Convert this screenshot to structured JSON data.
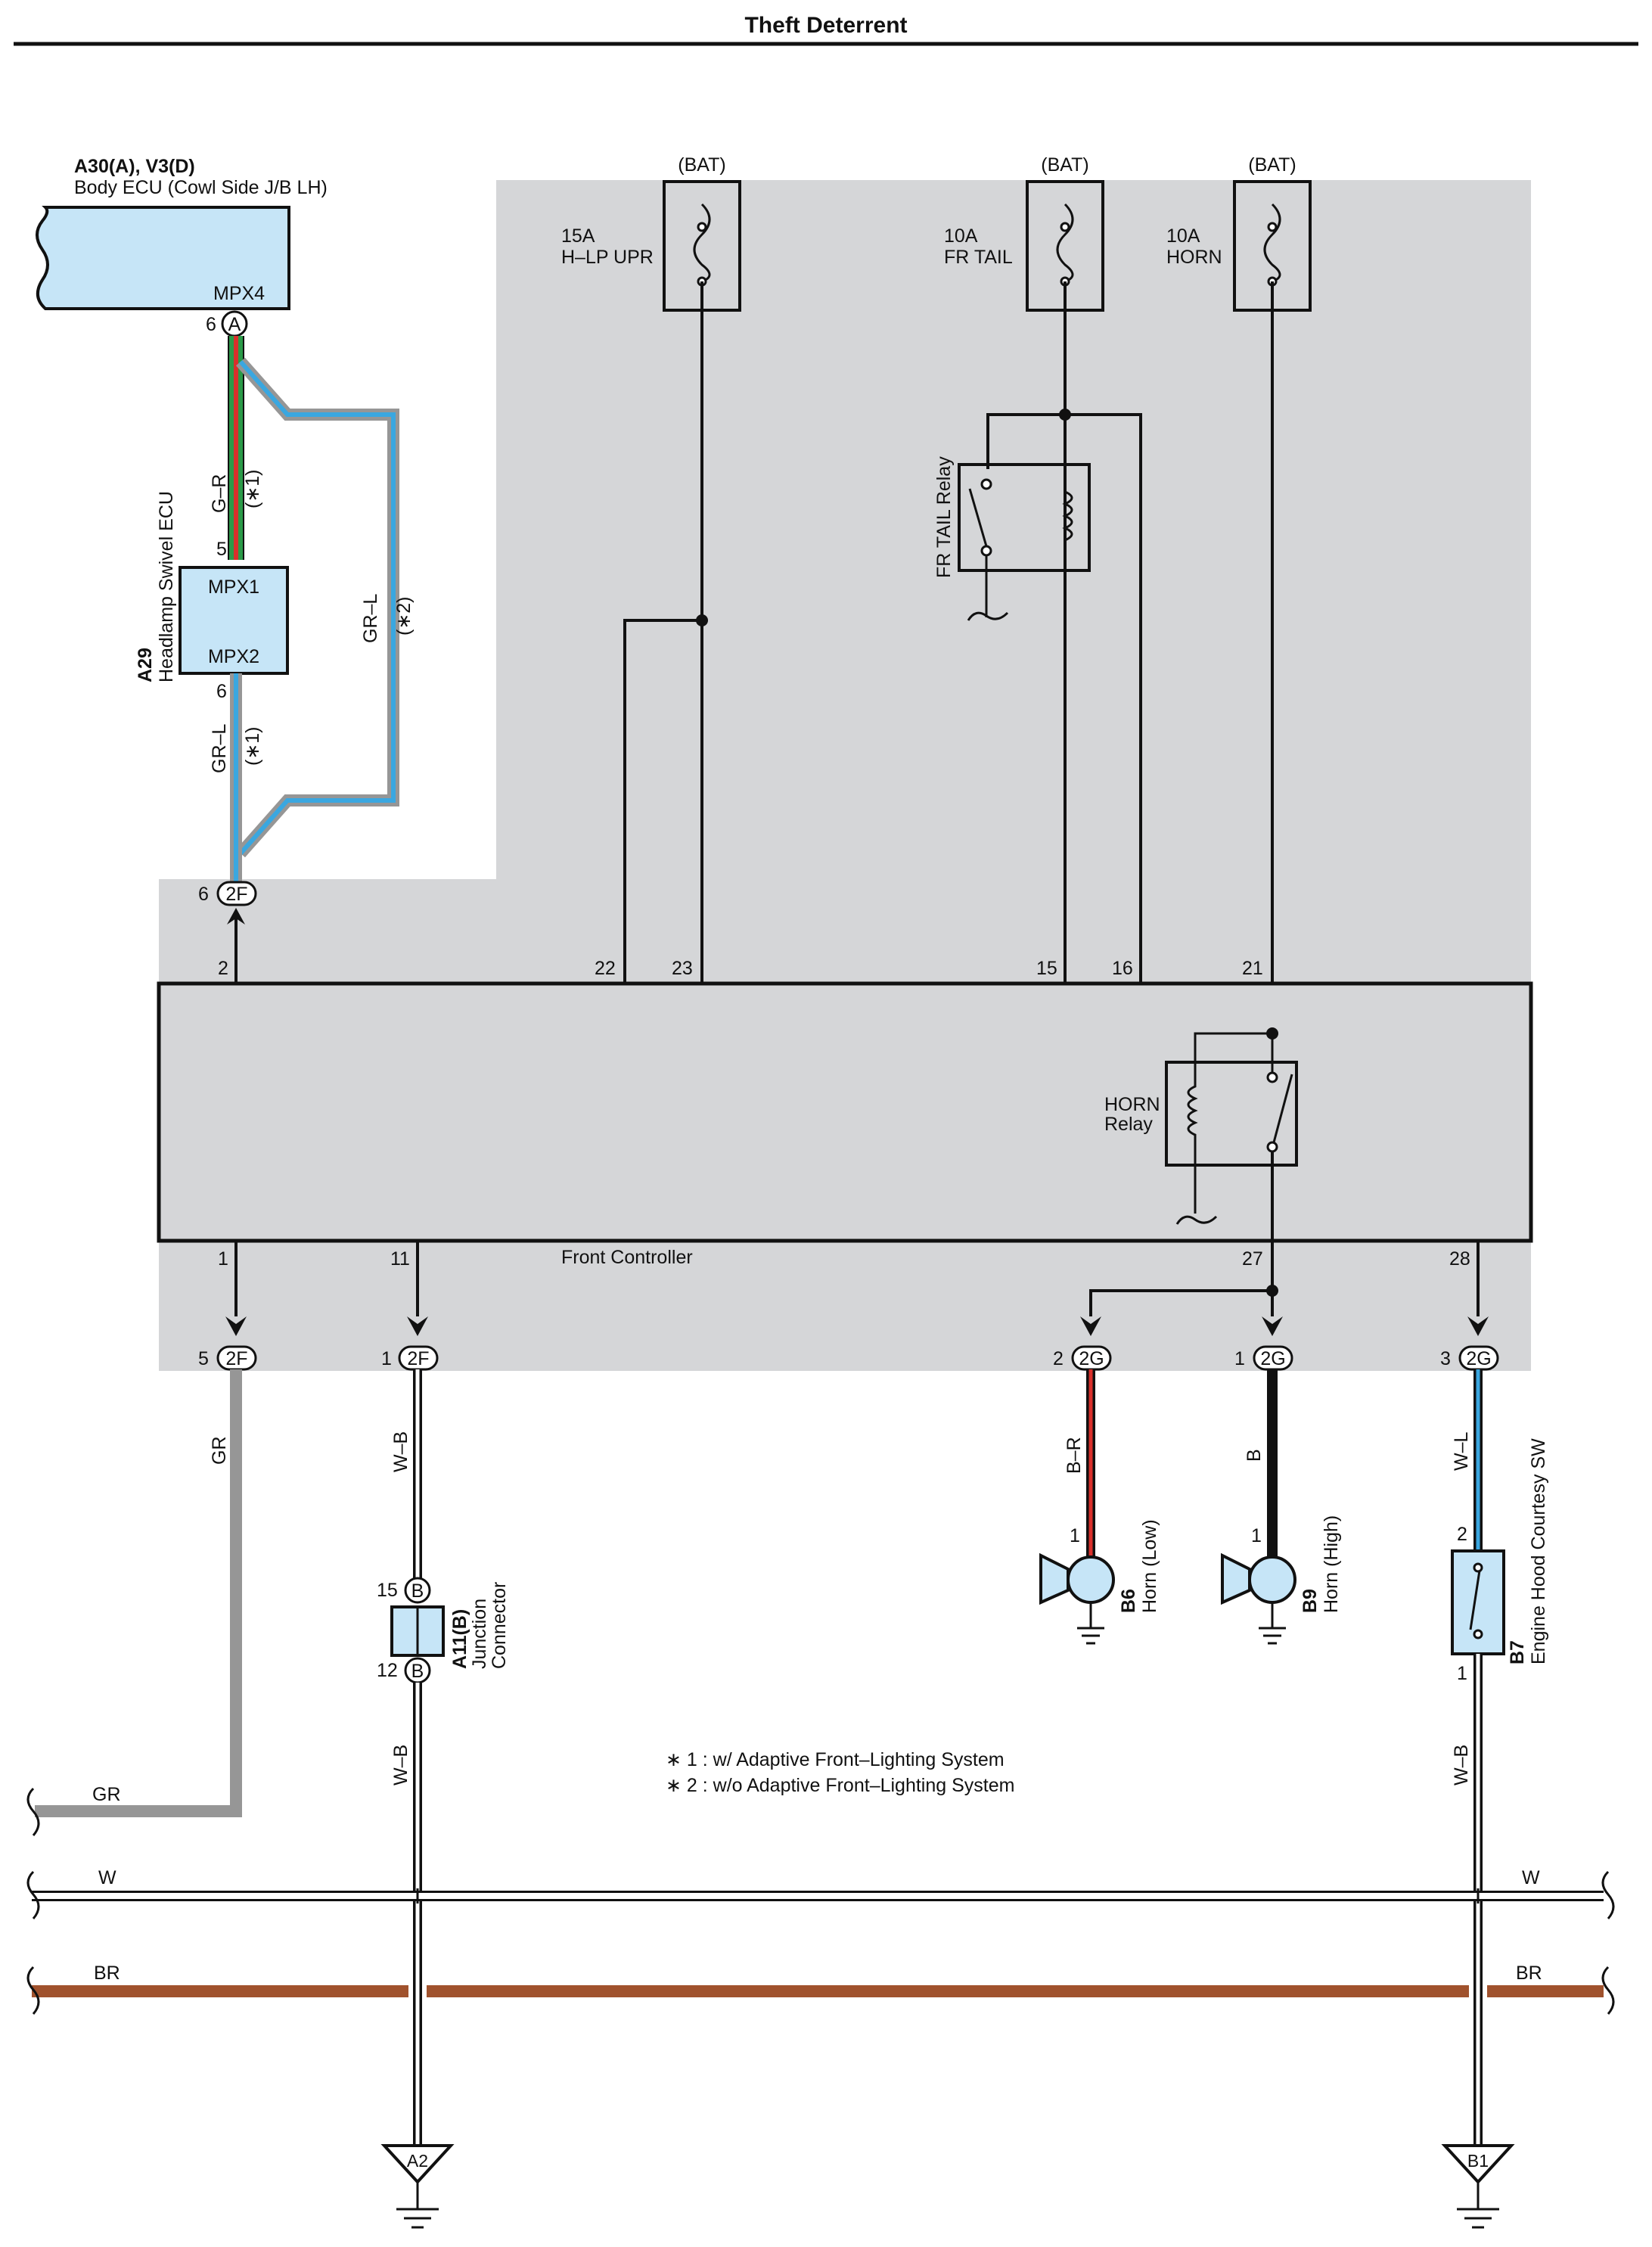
{
  "title": "Theft Deterrent",
  "body_ecu": {
    "codes": "A30(A), V3(D)",
    "name": "Body ECU (Cowl Side J/B LH)",
    "terminal": "MPX4",
    "pin": "6",
    "conn": "A"
  },
  "swivel_ecu": {
    "code": "A29",
    "name": "Headlamp Swivel ECU",
    "mpx1": "MPX1",
    "mpx2": "MPX2",
    "pin_top": "5",
    "pin_bottom": "6"
  },
  "wires": {
    "gr_top": "G–R",
    "star1_top": "(∗1)",
    "grl_bypass": "GR–L",
    "star2": "(∗2)",
    "grl_bottom": "GR–L",
    "star1_bottom": "(∗1)",
    "gr": "GR",
    "wb_a": "W–B",
    "wb_b": "W–B",
    "br_horn": "B–R",
    "b_horn": "B",
    "wl": "W–L",
    "wb_c": "W–B"
  },
  "fuses": [
    {
      "bat": "(BAT)",
      "amp": "15A",
      "name": "H–LP UPR"
    },
    {
      "bat": "(BAT)",
      "amp": "10A",
      "name": "FR TAIL"
    },
    {
      "bat": "(BAT)",
      "amp": "10A",
      "name": "HORN"
    }
  ],
  "fr_tail_relay": "FR TAIL Relay",
  "horn_relay": {
    "line1": "HORN",
    "line2": "Relay"
  },
  "front_controller": {
    "name": "Front Controller",
    "top_pins": [
      "2",
      "22",
      "23",
      "15",
      "16",
      "21"
    ],
    "bottom_pins": [
      "1",
      "11",
      "27",
      "28"
    ]
  },
  "connectors": {
    "c2f_top": {
      "label": "2F",
      "pin": "6"
    },
    "c2f_a": {
      "label": "2F",
      "pin": "5"
    },
    "c2f_b": {
      "label": "2F",
      "pin": "1"
    },
    "c2g_a": {
      "label": "2G",
      "pin": "2"
    },
    "c2g_b": {
      "label": "2G",
      "pin": "1"
    },
    "c2g_c": {
      "label": "2G",
      "pin": "3"
    }
  },
  "junction": {
    "code": "A11(B)",
    "line1": "Junction",
    "line2": "Connector",
    "pin_top": "15",
    "pin_bottom": "12",
    "conn": "B"
  },
  "horn_low": {
    "code": "B6",
    "name": "Horn (Low)",
    "pin": "1"
  },
  "horn_high": {
    "code": "B9",
    "name": "Horn (High)",
    "pin": "1"
  },
  "hood_sw": {
    "code": "B7",
    "name": "Engine Hood Courtesy SW",
    "pin_top": "2",
    "pin_bottom": "1"
  },
  "notes": [
    "∗ 1 : w/ Adaptive Front–Lighting System",
    "∗ 2 : w/o Adaptive Front–Lighting System"
  ],
  "buses": {
    "gr": "GR",
    "w_left": "W",
    "w_right": "W",
    "br_left": "BR",
    "br_right": "BR"
  },
  "grounds": {
    "a2": "A2",
    "b1": "B1"
  },
  "colors": {
    "shade": "#d5d6d8",
    "light_blue": "#c6e5f7",
    "gr": "#969696",
    "br": "#a0522d",
    "green": "#2a9a48",
    "red": "#d9302b",
    "blue": "#3aa7e0"
  }
}
